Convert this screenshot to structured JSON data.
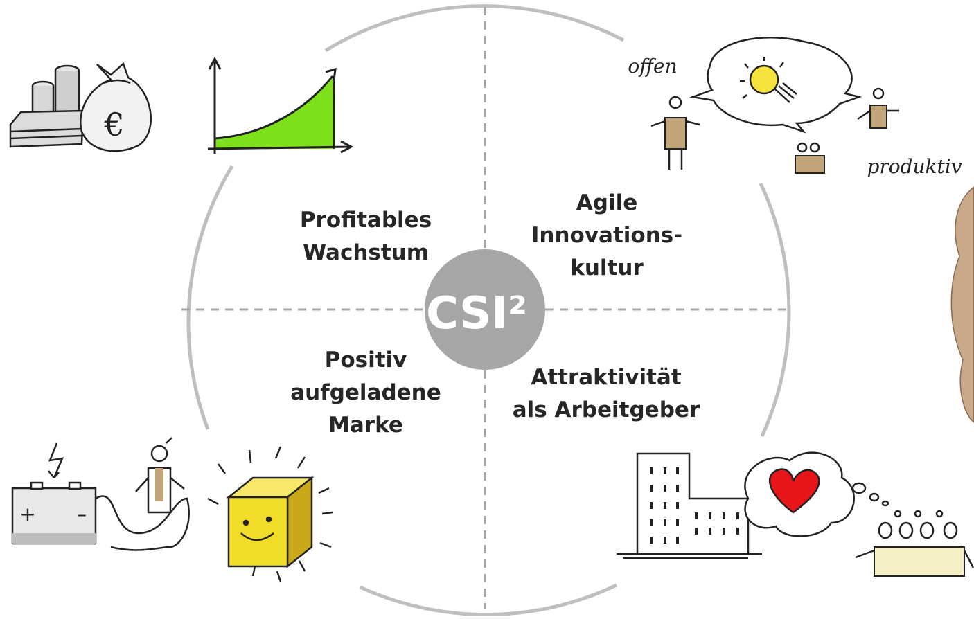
{
  "center": {
    "text": "CSI²"
  },
  "quadrants": [
    {
      "id": "top-left",
      "label": "Profitables\nWachstum"
    },
    {
      "id": "top-right",
      "label": "Agile\nInnovations-\nkultur"
    },
    {
      "id": "bottom-left",
      "label": "Positiv\naufgeladene\nMarke"
    },
    {
      "id": "bottom-right",
      "label": "Attraktivität\nals Arbeitgeber"
    }
  ],
  "illustrations": {
    "top_right_words": {
      "offen": "offen",
      "produktiv": "produktiv"
    },
    "battery": {
      "plus": "+",
      "minus": "–"
    },
    "money_bag": {
      "symbol": "€"
    }
  },
  "colors": {
    "circle": "#bfbfbf",
    "center_disc": "#a6a6a6",
    "center_text": "#ffffff",
    "label_text": "#262626",
    "chart_fill": "#7ee01a",
    "bulb_yellow": "#f5e23a",
    "cube_yellow": "#f2dc2a",
    "heart_red": "#e8161a",
    "skin_tone": "#c2a67a"
  }
}
